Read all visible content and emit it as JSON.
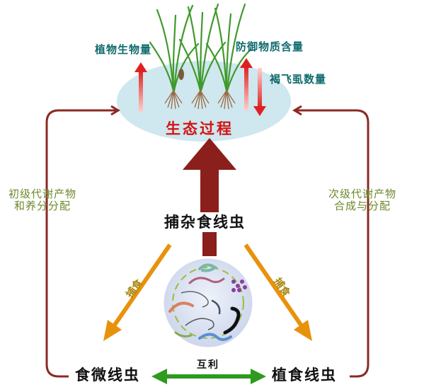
{
  "labels": {
    "plant_biomass": "植物生物量",
    "defense_substances": "防御物质含量",
    "planthopper_count": "褐飞虱数量",
    "ecological_process": "生态过程",
    "primary_metabolism": [
      "初级代谢产物",
      "和养分分配"
    ],
    "secondary_metabolism": [
      "次级代谢产物",
      "合成与分配"
    ],
    "omnivorous_nematodes": "捕杂食线虫",
    "predation_left": "捕食",
    "predation_right": "捕食",
    "microbivorous_nematodes": "食微线虫",
    "mutualism": "互利",
    "herbivorous_nematodes": "植食线虫"
  },
  "trends": {
    "plant_biomass": "up",
    "defense_substances": "up",
    "planthopper_count": "down"
  },
  "colors": {
    "main_arrow": "#8b1f1c",
    "predation_arrow": "#e8920c",
    "mutual_arrow": "#2e9a1e",
    "trend_arrow": "#e02020",
    "loop_line": "#8b2a25",
    "ellipse": "#cfe7ee",
    "teal_text": "#0f6b6e",
    "olive_text": "#6b8a2a",
    "title_red": "#d21414"
  },
  "icons": [
    "rice-plant-icon",
    "nematode-cluster-icon"
  ]
}
